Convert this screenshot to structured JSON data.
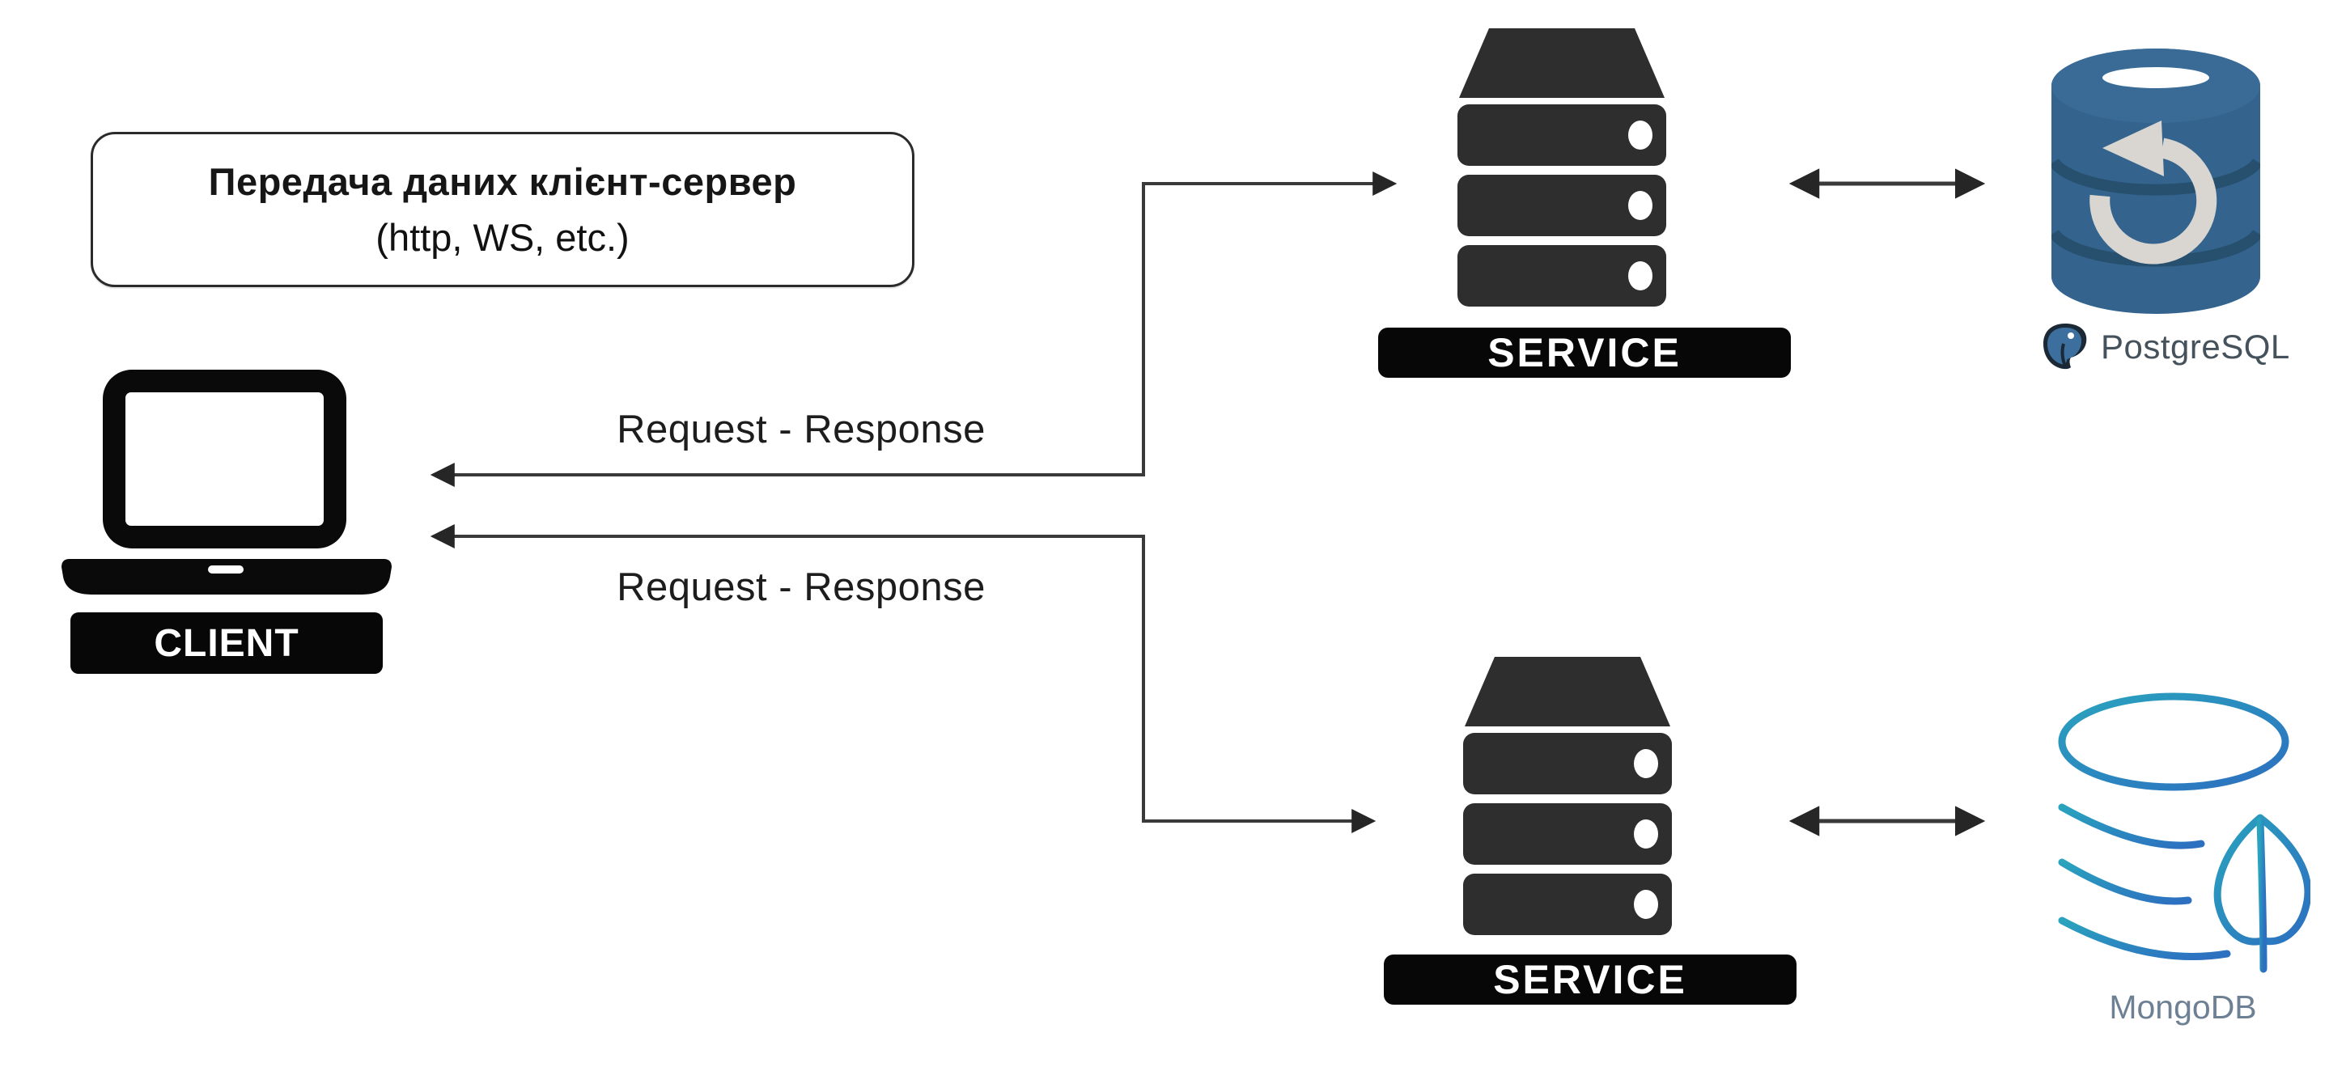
{
  "title_box": {
    "line1": "Передача даних клієнт-сервер",
    "line2": "(http, WS, etc.)"
  },
  "connections": {
    "top": {
      "label": "Request - Response"
    },
    "bottom": {
      "label": "Request - Response"
    }
  },
  "client": {
    "label": "CLIENT"
  },
  "services": {
    "top": {
      "label": "SERVICE"
    },
    "bottom": {
      "label": "SERVICE"
    }
  },
  "databases": {
    "postgresql": {
      "label": "PostgreSQL"
    },
    "mongodb": {
      "label": "MongoDB"
    }
  },
  "icons": {
    "client": "laptop-icon",
    "service_top": "server-rack-icon",
    "service_bottom": "server-rack-icon",
    "postgresql": "database-refresh-icon",
    "postgresql_logo": "postgresql-elephant-icon",
    "mongodb": "database-leaf-icon"
  },
  "colors": {
    "background": "#ffffff",
    "connector": "#3a3a3a",
    "server_fill": "#2e2e2e",
    "plate_bg": "#070707",
    "plate_text": "#ffffff",
    "postgres_blue": "#34648e",
    "postgres_top_disc": "#3a6b96",
    "postgres_groove": "#27506f",
    "refresh_arrow_gray": "#d9d5d0",
    "postgres_text": "#45525c",
    "mongo_teal": "#29a3be",
    "mongo_blue": "#2d6fc0",
    "mongo_text": "#6e8094",
    "title_text": "#161616"
  }
}
